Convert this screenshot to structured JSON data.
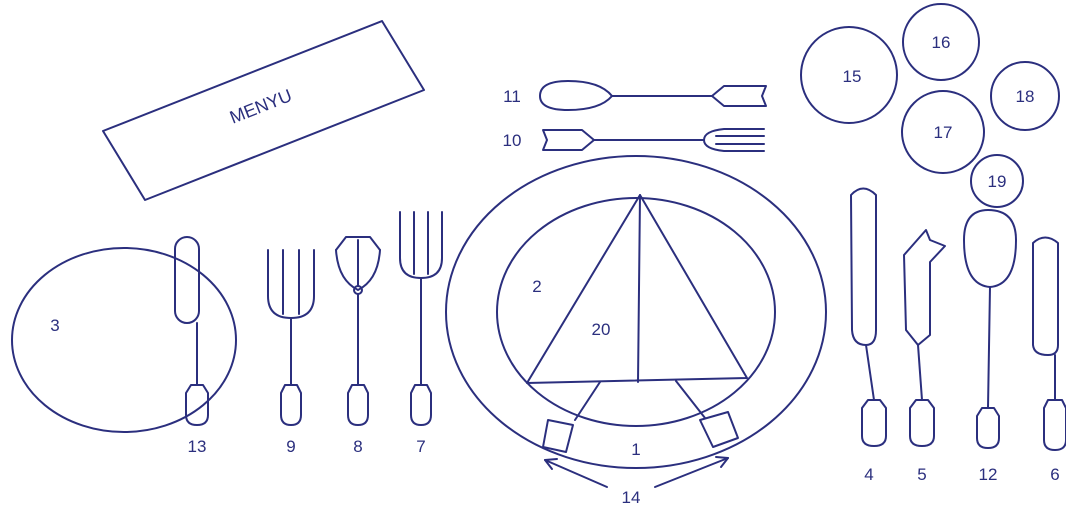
{
  "menu_card": {
    "text": "MENYU"
  },
  "labels": {
    "l1": "1",
    "l2": "2",
    "l3": "3",
    "l4": "4",
    "l5": "5",
    "l6": "6",
    "l7": "7",
    "l8": "8",
    "l9": "9",
    "l10": "10",
    "l11": "11",
    "l12": "12",
    "l13": "13",
    "l14": "14",
    "l15": "15",
    "l16": "16",
    "l17": "17",
    "l18": "18",
    "l19": "19",
    "l20": "20"
  },
  "colors": {
    "line": "#2b2f7e",
    "background": "#ffffff"
  }
}
